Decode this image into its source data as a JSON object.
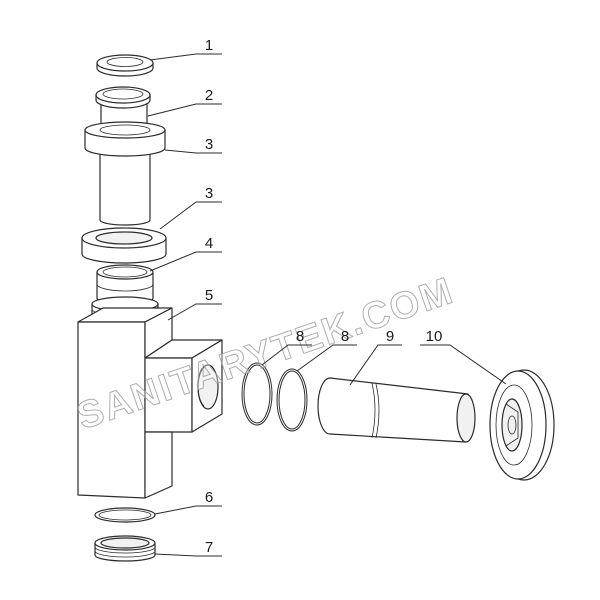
{
  "diagram": {
    "watermark": "SANITARYTEK.COM",
    "callouts": [
      {
        "label": "1"
      },
      {
        "label": "2"
      },
      {
        "label": "3"
      },
      {
        "label": "3"
      },
      {
        "label": "4"
      },
      {
        "label": "5"
      },
      {
        "label": "6"
      },
      {
        "label": "7"
      },
      {
        "label": "8"
      },
      {
        "label": "8"
      },
      {
        "label": "9"
      },
      {
        "label": "10"
      }
    ]
  }
}
